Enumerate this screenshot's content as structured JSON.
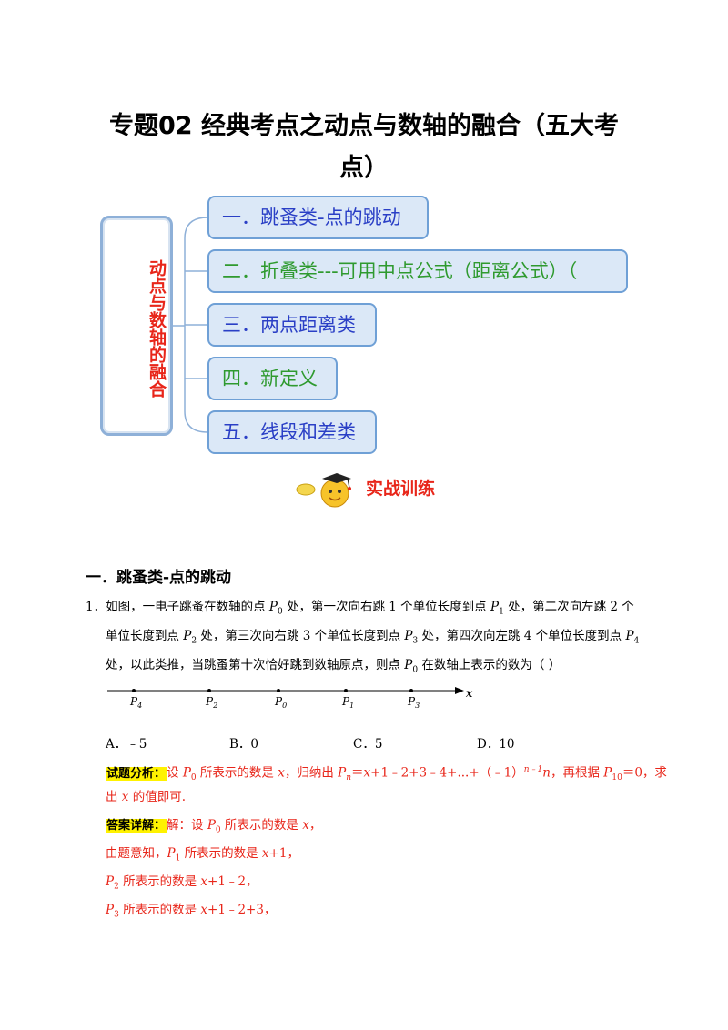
{
  "title": {
    "line1": "专题02  经典考点之动点与数轴的融合（五大考",
    "line2": "点）"
  },
  "mindmap": {
    "root": "动点与数轴的融合",
    "nodes": [
      "一．跳蚤类-点的跳动",
      "二．折叠类---可用中点公式（距离公式）（",
      "三．两点距离类",
      "四．新定义",
      "五．线段和差类"
    ]
  },
  "practice_label": "实战训练",
  "section_heading": "一．跳蚤类-点的跳动",
  "problem": {
    "number": "1．",
    "line1_a": "如图，一电子跳蚤在数轴的点 ",
    "line1_b": " 处，第一次向右跳 1 个单位长度到点 ",
    "line1_c": " 处，第二次向左跳 2 个",
    "line2_a": "单位长度到点 ",
    "line2_b": " 处，第三次向右跳 3 个单位长度到点 ",
    "line2_c": " 处，第四次向左跳 4 个单位长度到点 ",
    "line3_a": "处，以此类推，当跳蚤第十次恰好跳到数轴原点，则点 ",
    "line3_b": " 在数轴上表示的数为（        ）",
    "P": "P",
    "s0": "0",
    "s1": "1",
    "s2": "2",
    "s3": "3",
    "s4": "4"
  },
  "number_line": {
    "labels": [
      "P4",
      "P2",
      "P0",
      "P1",
      "P3"
    ],
    "axis_label": "x"
  },
  "options": [
    "A．﹣5",
    "B．0",
    "C．5",
    "D．10"
  ],
  "analysis": {
    "tag": "试题分析：",
    "a": "设 ",
    "b": " 所表示的数是 ",
    "x": "x",
    "c": "，归纳出 ",
    "n": "n",
    "d": "＝",
    "e": "+1﹣2+3﹣4+...+（﹣1）",
    "sup": "n﹣1",
    "f": "，再根据 ",
    "s10": "10",
    "g": "＝0，求",
    "line2_a": "出 ",
    "line2_b": " 的值即可."
  },
  "answer": {
    "tag": "答案详解：",
    "a": "解：设 ",
    "b": " 所表示的数是 ",
    "c": "，",
    "l2": "由题意知，",
    "l2b": " 所表示的数是 ",
    "l2c": "+1，",
    "l3b": " 所表示的数是 ",
    "l3c": "+1﹣2，",
    "l4b": " 所表示的数是 ",
    "l4c": "+1﹣2+3，"
  },
  "colors": {
    "red": "#e8261a",
    "blue": "#2a3fc6",
    "green": "#2f9a2f",
    "node_fill": "#dbe8f7",
    "highlight": "#fff200"
  }
}
